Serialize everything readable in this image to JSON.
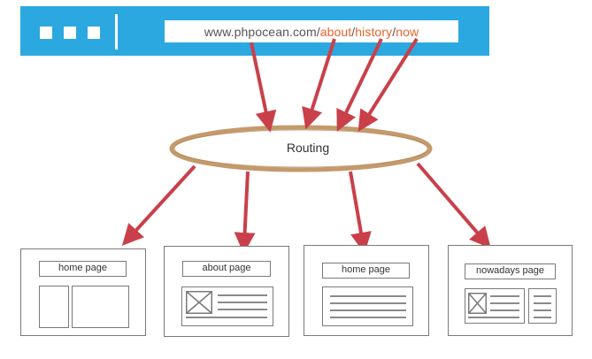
{
  "url": {
    "domain": "www.phpocean.com/",
    "part1": "about",
    "sep1": "/",
    "part2": "history",
    "sep2": "/",
    "part3": "now"
  },
  "routing": {
    "label": "Routing"
  },
  "pages": [
    {
      "title": "home page"
    },
    {
      "title": "about page"
    },
    {
      "title": "home page"
    },
    {
      "title": "nowadays page"
    }
  ],
  "colors": {
    "browser_bar": "#2ba8e0",
    "url_accent": "#e8642c",
    "arrow": "#c9404a",
    "routing_ring": "#c49a6c"
  }
}
